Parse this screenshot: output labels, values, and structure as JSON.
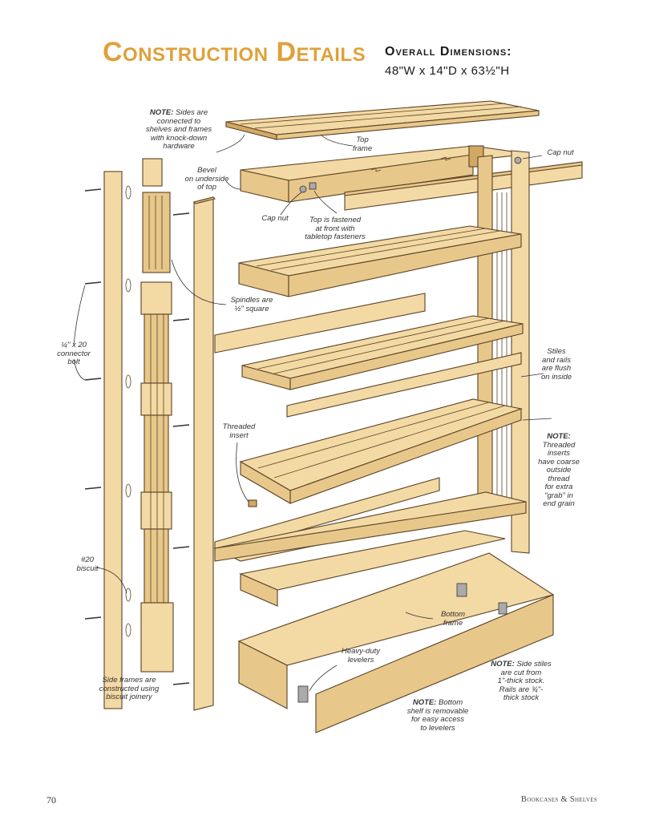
{
  "header": {
    "title": "Construction Details",
    "dims_label": "Overall Dimensions:",
    "dims_value": "48\"W x 14\"D x 63½\"H"
  },
  "callouts": {
    "note_sides": {
      "prefix": "NOTE:",
      "text": " Sides are\nconnected to\nshelves and frames\nwith knock-down\nhardware"
    },
    "top_frame": "Top\nframe",
    "cap_nut_right": "Cap nut",
    "bevel": "Bevel\non underside\nof top",
    "cap_nut_left": "Cap nut",
    "top_fastened": "Top is fastened\nat front with\ntabletop fasteners",
    "spindles": "Spindles are\n½\" square",
    "connector_bolt": "¼\" x 20\nconnector\nbolt",
    "stiles_rails": "Stiles\nand rails\nare flush\non inside",
    "threaded_insert": "Threaded\ninsert",
    "note_inserts": {
      "prefix": "NOTE:",
      "text": "\nThreaded\ninserts\nhave coarse\noutside\nthread\nfor extra\n\"grab\" in\nend grain"
    },
    "biscuit": "#20\nbiscuit",
    "bottom_frame": "Bottom\nframe",
    "levelers": "Heavy-duty\nlevelers",
    "note_stiles": {
      "prefix": "NOTE:",
      "text": " Side stiles\nare cut from\n1\"-thick stock.\nRails are ¾\"-\nthick stock"
    },
    "side_frames": "Side frames are\nconstructed using\nbiscuit joinery",
    "note_bottom": {
      "prefix": "NOTE:",
      "text": " Bottom\nshelf is removable\nfor easy access\nto levelers"
    }
  },
  "footer": {
    "page_number": "70",
    "running_head": "Bookcases & Shelves"
  },
  "colors": {
    "wood_light": "#f3d9a4",
    "wood_mid": "#e8c78a",
    "wood_dark": "#c99a55",
    "outline": "#5a4225",
    "title": "#e0a03a"
  }
}
